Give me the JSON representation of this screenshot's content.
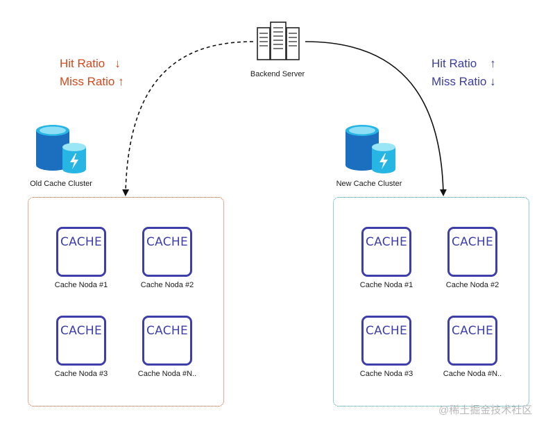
{
  "server": {
    "label": "Backend Server",
    "icon": "server-rack-icon"
  },
  "old_ratio": {
    "hit": "Hit Ratio",
    "hit_arrow": "↓",
    "miss": "Miss Ratio",
    "miss_arrow": "↑",
    "color": "#d4471c"
  },
  "new_ratio": {
    "hit": "Hit Ratio",
    "hit_arrow": "↑",
    "miss": "Miss Ratio",
    "miss_arrow": "↓",
    "color": "#3b3d9e"
  },
  "old_cluster": {
    "label": "Old Cache Cluster",
    "border_color": "#d9552a",
    "nodes": [
      {
        "tile": "CACHE",
        "label": "Cache Noda #1"
      },
      {
        "tile": "CACHE",
        "label": "Cache Noda #2"
      },
      {
        "tile": "CACHE",
        "label": "Cache Noda #3"
      },
      {
        "tile": "CACHE",
        "label": "Cache Noda #N.."
      }
    ]
  },
  "new_cluster": {
    "label": "New Cache Cluster",
    "border_color": "#1f9fb5",
    "nodes": [
      {
        "tile": "CACHE",
        "label": "Cache Noda #1"
      },
      {
        "tile": "CACHE",
        "label": "Cache Noda #2"
      },
      {
        "tile": "CACHE",
        "label": "Cache Noda #3"
      },
      {
        "tile": "CACHE",
        "label": "Cache Noda #N.."
      }
    ]
  },
  "edges": [
    {
      "from": "server",
      "to": "old_cluster",
      "style": "dashed"
    },
    {
      "from": "server",
      "to": "new_cluster",
      "style": "solid"
    }
  ],
  "watermark": "@稀土掘金技术社区",
  "colors": {
    "tile_border": "#3d3ea8",
    "db_cyan": "#27b6e4",
    "db_blue": "#1b6fbe"
  }
}
